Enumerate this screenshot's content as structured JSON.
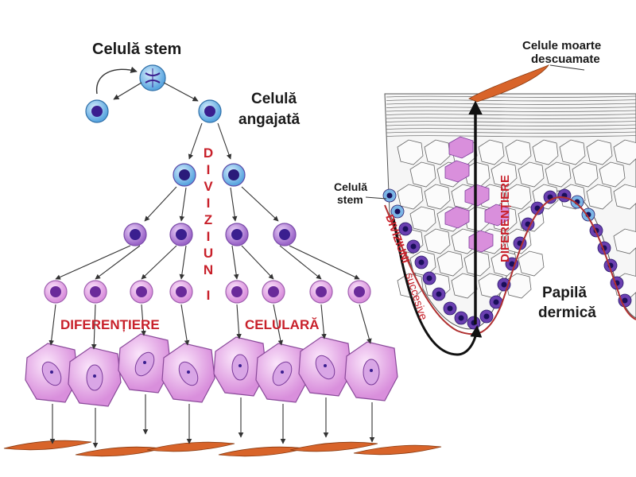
{
  "left_panel": {
    "stem_cell_label": "Celulă stem",
    "committed_cell_label": "Celulă",
    "committed_cell_label_2": "angajată",
    "divisions_vertical": [
      "D",
      "I",
      "V",
      "I",
      "Z",
      "I",
      "U",
      "N",
      "I"
    ],
    "differentiation_label": "DIFERENȚIERE",
    "cellular_label": "CELULARĂ"
  },
  "right_panel": {
    "dead_cells_label": "Celule moarte",
    "dead_cells_label_2": "descuamate",
    "stem_label": "Celulă",
    "stem_label_2": "stem",
    "differentiation_vertical": "DIFERENȚIERE",
    "divisions_label": "DIVIZIUNI",
    "successive_label": "succesive",
    "papilla_label": "Papilă",
    "papilla_label_2": "dermică"
  },
  "colors": {
    "label_red": "#c8202a",
    "stem_blue": "#5aa6e0",
    "nucleus_purple": "#3a1f8f",
    "committed_purple": "#8a5bc8",
    "differentiated_pink": "#e7b6ea",
    "mature_orange": "#d8642a"
  }
}
